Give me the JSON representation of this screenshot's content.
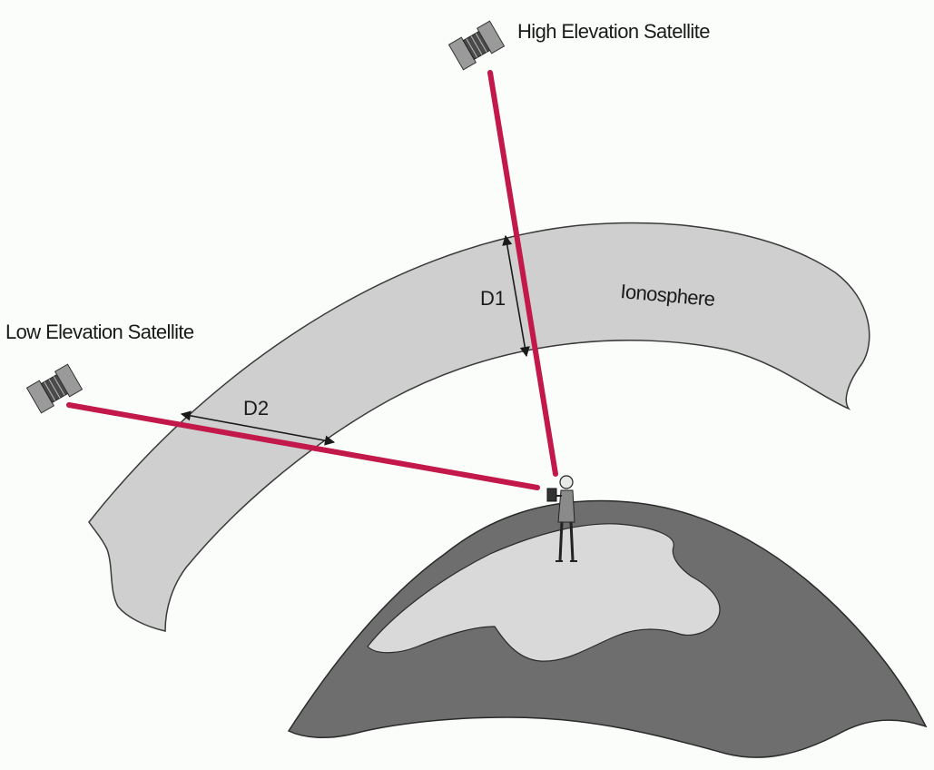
{
  "labels": {
    "high_satellite": "High Elevation Satellite",
    "low_satellite": "Low Elevation Satellite",
    "ionosphere": "Ionosphere",
    "d1": "D1",
    "d2": "D2"
  },
  "colors": {
    "background": "#ffffff",
    "ionosphere_fill": "#cfcfcf",
    "ionosphere_stroke": "#3a3a3a",
    "earth_dark": "#6e6e6e",
    "earth_light": "#d9d9d9",
    "signal_line": "#c2184a",
    "satellite_panel": "#9a9a9a",
    "satellite_body": "#4a4a4a",
    "dimension_arrow": "#1a1a1a"
  }
}
